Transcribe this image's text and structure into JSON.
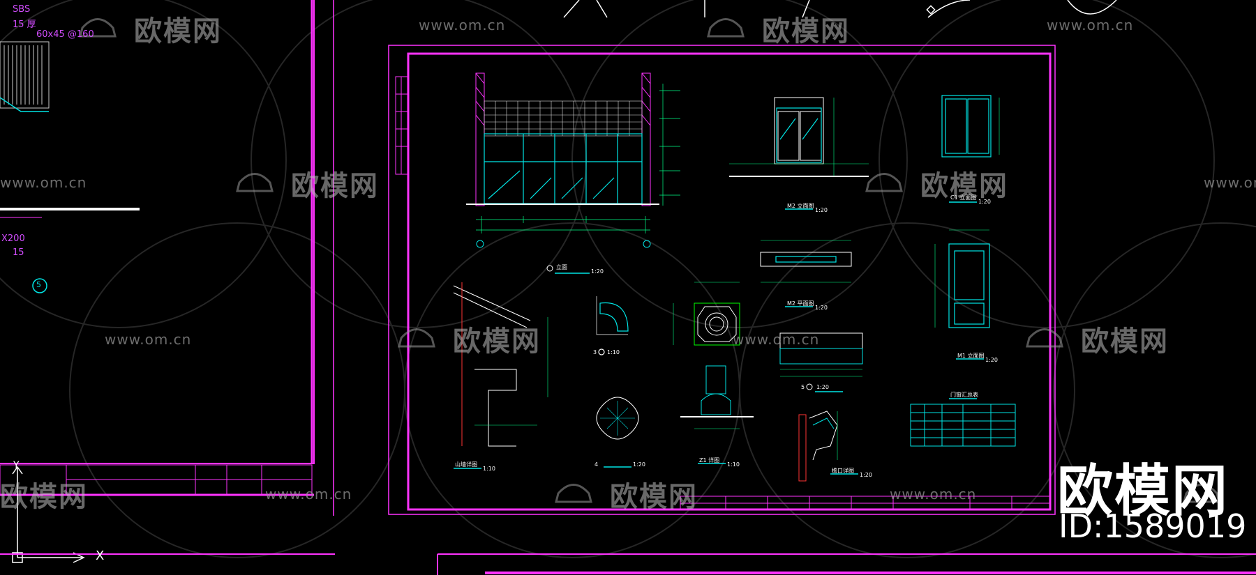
{
  "brand": {
    "name": "欧模网",
    "id_text": "ID:1589019"
  },
  "watermark": {
    "logo_text": "欧模网",
    "url": "www.om.cn"
  },
  "left_panel_notes": [
    "SBS",
    "15 厚",
    "60x45 @160",
    "15",
    "X200",
    "5"
  ],
  "drawing_labels": {
    "front_elevation": "立面",
    "m2_elevation": "M2 立面图",
    "c1_elevation": "C1 立面图",
    "m2_plan": "M2 平面图",
    "m1_elevation": "M1 立面图",
    "detail_2": "山墙详图",
    "detail_3": "3",
    "detail_4": "4",
    "detail_z1": "Z1 详图",
    "detail_5": "5",
    "eave": "檐口详图",
    "schedule_title": "门窗汇总表"
  },
  "scales": {
    "s20": "1:20",
    "s10": "1:10"
  },
  "axis": {
    "x": "X",
    "y": "Y"
  },
  "colors": {
    "frame": "#ff33ff",
    "drawing": "#00e5e5",
    "dim": "#00ff88",
    "background": "#000000"
  }
}
